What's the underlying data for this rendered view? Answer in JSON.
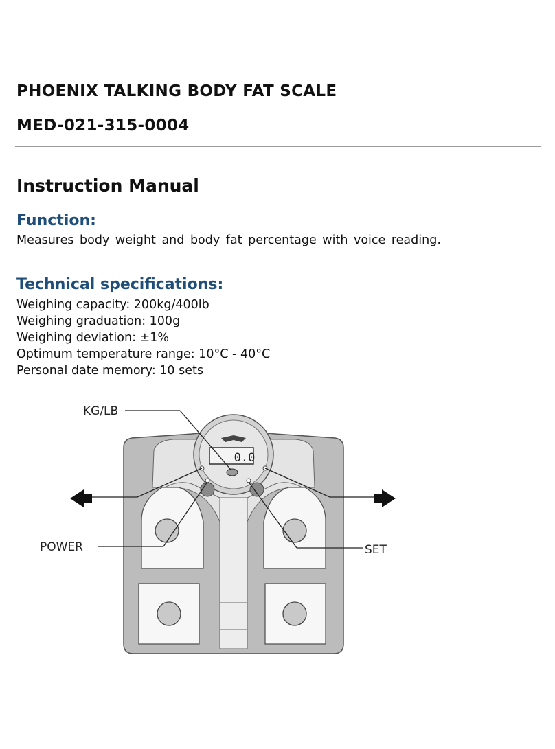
{
  "header": {
    "title_line1": "PHOENIX TALKING BODY FAT SCALE",
    "title_line2": "MED-021-315-0004"
  },
  "manual_heading": "Instruction Manual",
  "function": {
    "heading": "Function:",
    "text": "Measures body weight and body fat percentage with voice reading."
  },
  "specifications": {
    "heading": "Technical specifications:",
    "items": [
      "Weighing capacity: 200kg/400lb",
      "Weighing graduation: 100g",
      "Weighing deviation: ±1%",
      "Optimum temperature range: 10°C - 40°C",
      "Personal date memory: 10 sets"
    ]
  },
  "diagram": {
    "labels": {
      "kg_lb": "KG/LB",
      "power": "POWER",
      "set": "SET"
    },
    "display_reading": "0.0"
  }
}
